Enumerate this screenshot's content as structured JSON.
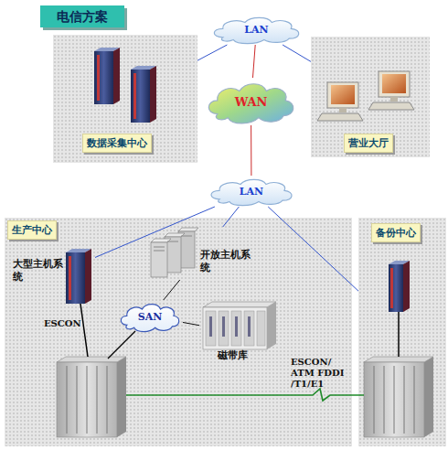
{
  "diagram": {
    "title": "电信方案",
    "nodes": [
      {
        "text": [
          "LAN"
        ]
      },
      {
        "text": [
          "数据采集中心"
        ]
      },
      {
        "text": [
          "营业大厅"
        ]
      },
      {
        "text": [
          "WAN"
        ]
      },
      {
        "text": [
          "LAN"
        ]
      },
      {
        "text": [
          "生产中心"
        ]
      },
      {
        "text": [
          "大型主机系统"
        ],
        "in": 5
      },
      {
        "text": [
          "开放主机系统"
        ],
        "in": 5
      },
      {
        "text": [
          "SAN"
        ],
        "in": 5
      },
      {
        "text": [
          "磁带库"
        ],
        "in": 5
      },
      {
        "text": [
          "备份中心"
        ]
      }
    ],
    "edges": [
      {
        "from": 0,
        "to": 1,
        "arrow": "none"
      },
      {
        "from": 0,
        "to": 2,
        "arrow": "none"
      },
      {
        "from": 0,
        "to": 3,
        "arrow": "none"
      },
      {
        "from": 3,
        "to": 4,
        "arrow": "none"
      },
      {
        "from": 4,
        "to": 6,
        "arrow": "none"
      },
      {
        "from": 4,
        "to": 7,
        "arrow": "none"
      },
      {
        "from": 4,
        "to": 10,
        "arrow": "none"
      },
      {
        "from": 8,
        "to": 7,
        "arrow": "none"
      },
      {
        "from": 8,
        "to": 9,
        "arrow": "none"
      }
    ],
    "labels": [
      "ESCON",
      "ESCON/ ATM FDDI /T1/E1"
    ]
  }
}
